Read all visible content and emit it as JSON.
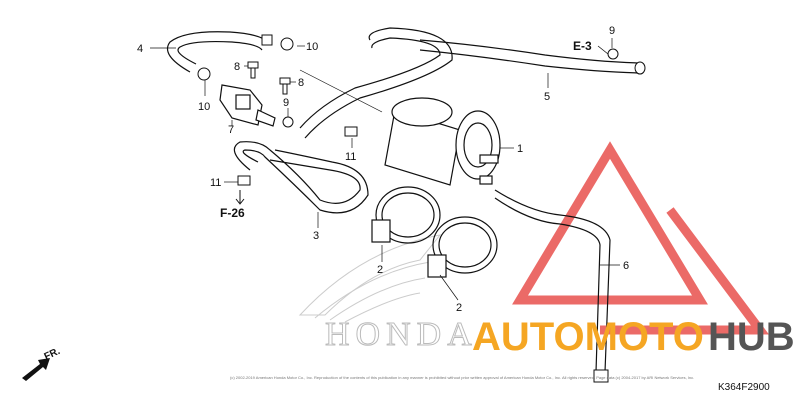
{
  "callouts": {
    "c1": "1",
    "c2a": "2",
    "c2b": "2",
    "c3": "3",
    "c4": "4",
    "c5": "5",
    "c6": "6",
    "c7": "7",
    "c8a": "8",
    "c8b": "8",
    "c9a": "9",
    "c9b": "9",
    "c10a": "10",
    "c10b": "10",
    "c11a": "11",
    "c11b": "11"
  },
  "references": {
    "e3": "E-3",
    "f26": "F-26"
  },
  "front_arrow": "FR.",
  "diagram_code": "K364F2900",
  "copyright": "(c) 2002-2019 American Honda Motor Co., Inc. Reproduction of the contents of this publication in any manner is prohibited without prior written approval of American Honda Motor Co., Inc. All rights reserved. Page data (c) 2004-2017 by ARI Network Services, Inc.",
  "brand_mark": "HONDA",
  "watermark": {
    "accent": "AUTOMOTO",
    "dark": "HUB",
    "accent_color": "#f5a623",
    "dark_color": "#555555",
    "triangle_color": "#e53935"
  }
}
